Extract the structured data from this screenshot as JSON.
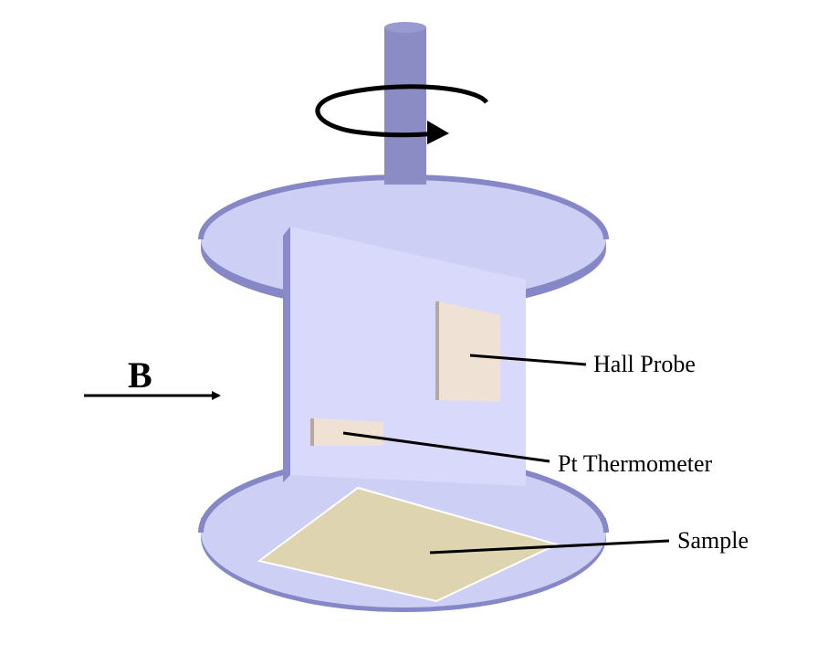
{
  "labels": {
    "field": "B",
    "hall_probe": "Hall Probe",
    "thermometer": "Pt Thermometer",
    "sample": "Sample"
  },
  "colors": {
    "disk_top": "#cdcff5",
    "disk_edge": "#8587c6",
    "rod": "#8c8cc4",
    "panel": "#d9d9fb",
    "panel_side": "#8a8ac8",
    "probe": "#efe2d4",
    "sample": "#ded4b0",
    "ink": "#000000"
  },
  "icons": [
    "rotation-arrow-icon",
    "field-arrow-icon"
  ]
}
